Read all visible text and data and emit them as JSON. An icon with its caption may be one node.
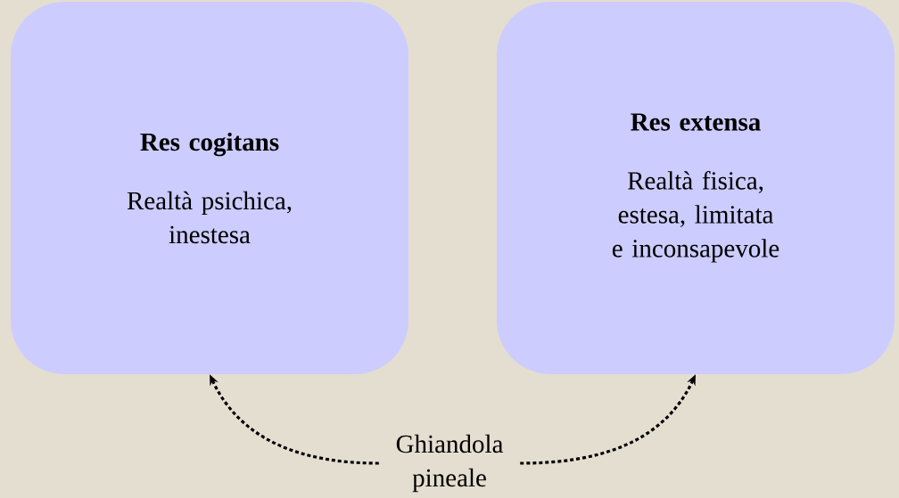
{
  "diagram": {
    "nodes": [
      {
        "text": [
          "Res cogitans",
          "Realtà psichica, inestesa"
        ]
      },
      {
        "text": [
          "Res extensa",
          "Realtà fisica, estesa, limitata e inconsapevole"
        ]
      },
      {
        "text": [
          "Ghiandola pineale"
        ]
      }
    ],
    "edges": [
      {
        "from": 2,
        "to": 0,
        "arrow": "to",
        "style": "dashed"
      },
      {
        "from": 2,
        "to": 1,
        "arrow": "to",
        "style": "dashed"
      }
    ]
  }
}
